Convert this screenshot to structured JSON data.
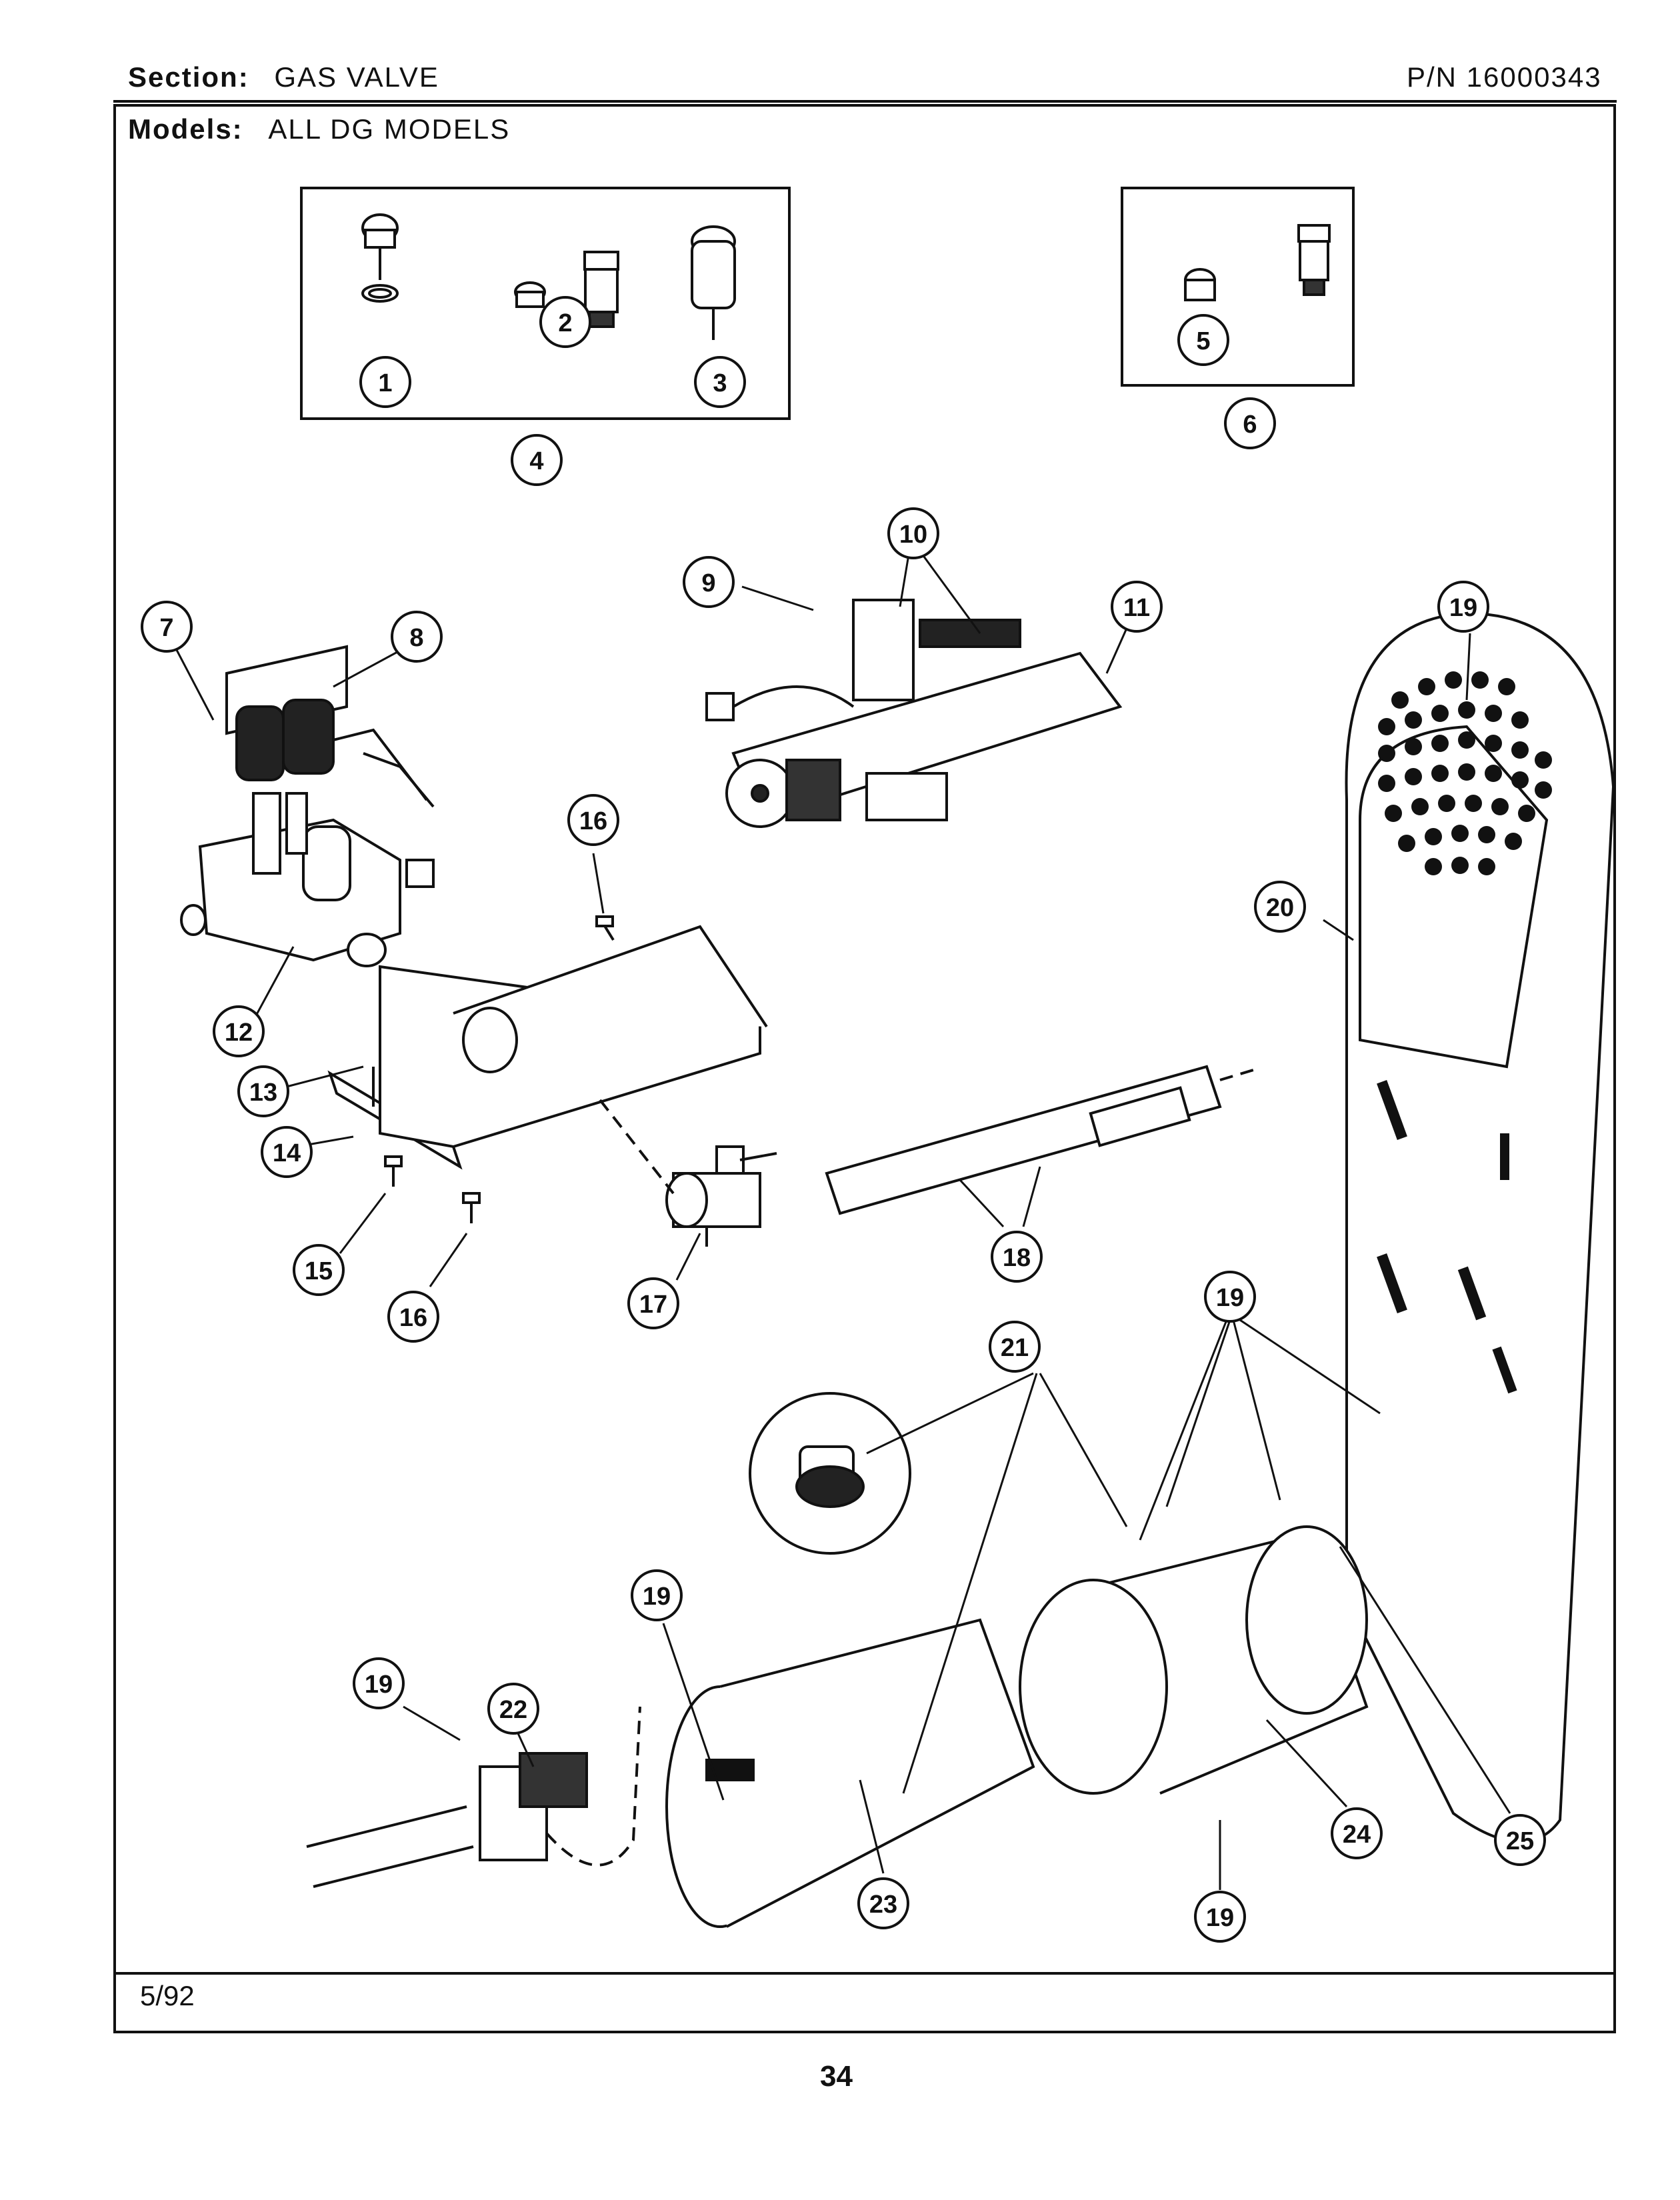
{
  "header": {
    "section_label": "Section:",
    "section_value": "GAS VALVE",
    "models_label": "Models:",
    "models_value": "ALL DG MODELS",
    "part_number": "P/N 16000343"
  },
  "footer": {
    "date": "5/92",
    "page_number": "34"
  },
  "callouts": [
    "1",
    "2",
    "3",
    "4",
    "5",
    "6",
    "7",
    "8",
    "9",
    "10",
    "11",
    "12",
    "13",
    "14",
    "15",
    "16",
    "16",
    "17",
    "18",
    "19",
    "19",
    "19",
    "19",
    "19",
    "19",
    "20",
    "21",
    "22",
    "23",
    "24",
    "25"
  ]
}
